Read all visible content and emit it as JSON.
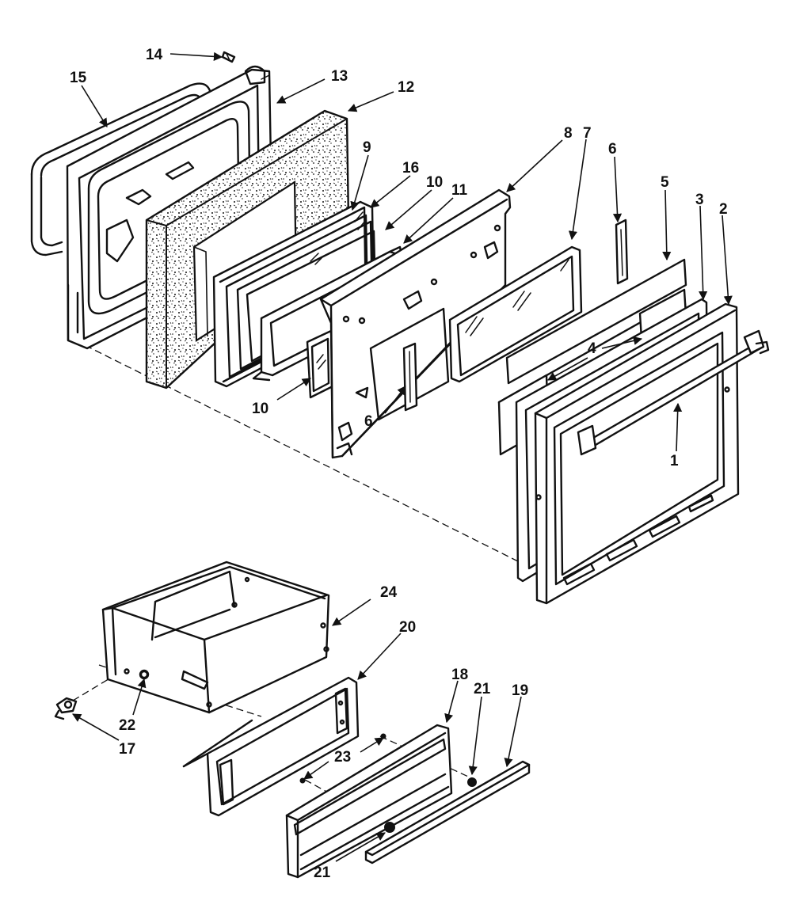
{
  "callouts": {
    "c1": "1",
    "c2": "2",
    "c3": "3",
    "c4": "4",
    "c5": "5",
    "c6a": "6",
    "c6b": "6",
    "c7": "7",
    "c8": "8",
    "c9": "9",
    "c10a": "10",
    "c10b": "10",
    "c11": "11",
    "c12": "12",
    "c13": "13",
    "c14": "14",
    "c15": "15",
    "c16": "16",
    "c17": "17",
    "c18": "18",
    "c19": "19",
    "c20": "20",
    "c21a": "21",
    "c21b": "21",
    "c22": "22",
    "c23": "23",
    "c24": "24"
  },
  "colors": {
    "ink": "#111111",
    "paper": "#ffffff"
  }
}
